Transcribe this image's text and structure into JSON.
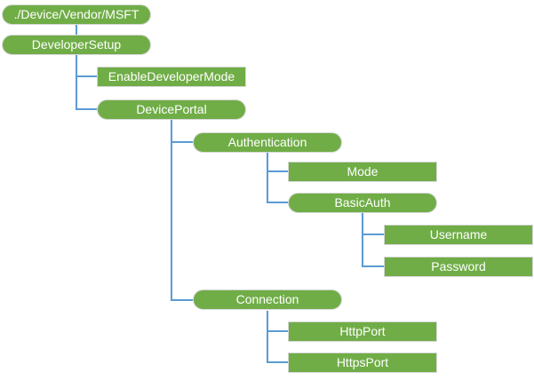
{
  "diagram": {
    "colors": {
      "background": "#FFFFFF",
      "node_fill": "#70AD47",
      "node_border": "#D8D8D8",
      "node_text": "#FFFFFF",
      "connector": "#5B9BD5"
    },
    "nodes": [
      {
        "id": "root",
        "label": "./Device/Vendor/MSFT",
        "shape": "stadium",
        "parent": null
      },
      {
        "id": "developersetup",
        "label": "DeveloperSetup",
        "shape": "stadium",
        "parent": "root"
      },
      {
        "id": "enabledevelopermode",
        "label": "EnableDeveloperMode",
        "shape": "rect",
        "parent": "developersetup"
      },
      {
        "id": "deviceportal",
        "label": "DevicePortal",
        "shape": "stadium",
        "parent": "developersetup"
      },
      {
        "id": "authentication",
        "label": "Authentication",
        "shape": "stadium",
        "parent": "deviceportal"
      },
      {
        "id": "mode",
        "label": "Mode",
        "shape": "rect",
        "parent": "authentication"
      },
      {
        "id": "basicauth",
        "label": "BasicAuth",
        "shape": "stadium",
        "parent": "authentication"
      },
      {
        "id": "username",
        "label": "Username",
        "shape": "rect",
        "parent": "basicauth"
      },
      {
        "id": "password",
        "label": "Password",
        "shape": "rect",
        "parent": "basicauth"
      },
      {
        "id": "connection",
        "label": "Connection",
        "shape": "stadium",
        "parent": "deviceportal"
      },
      {
        "id": "httpport",
        "label": "HttpPort",
        "shape": "rect",
        "parent": "connection"
      },
      {
        "id": "httpsport",
        "label": "HttpsPort",
        "shape": "rect",
        "parent": "connection"
      }
    ]
  }
}
